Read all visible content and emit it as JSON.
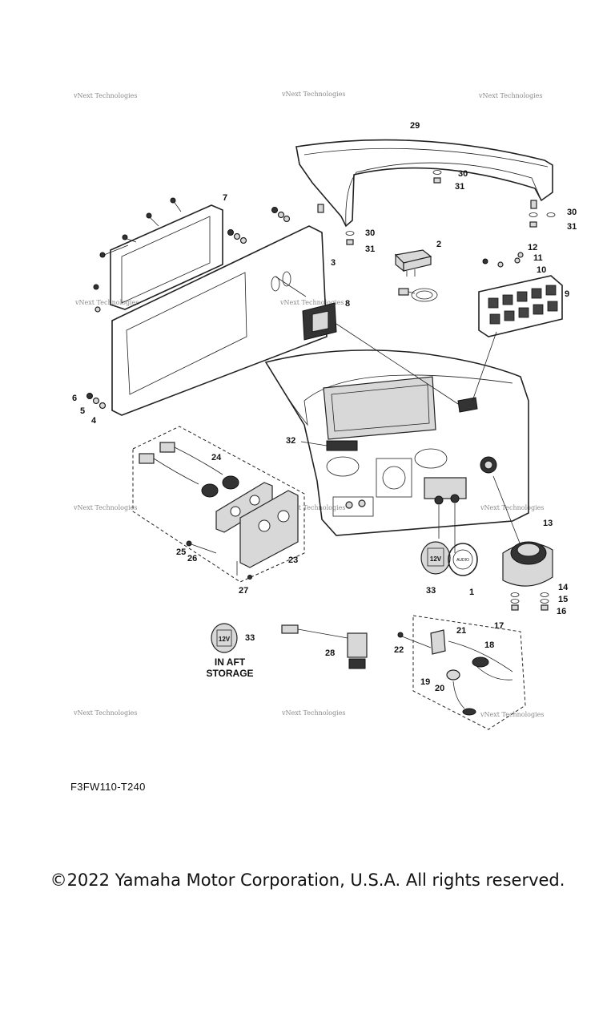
{
  "diagram": {
    "code": "F3FW110-T240",
    "copyright": "©2022 Yamaha Motor Corporation, U.S.A. All rights reserved.",
    "watermark": "vNext Technologies",
    "note": {
      "line1": "IN AFT",
      "line2": "STORAGE"
    },
    "outlet_label": "12V",
    "audio_label": "AUDIO",
    "callouts": {
      "c1": "1",
      "c2": "2",
      "c3": "3",
      "c4": "4",
      "c5": "5",
      "c6": "6",
      "c7": "7",
      "c8": "8",
      "c9": "9",
      "c10": "10",
      "c11": "11",
      "c12": "12",
      "c13": "13",
      "c14": "14",
      "c15": "15",
      "c16": "16",
      "c17": "17",
      "c18": "18",
      "c19": "19",
      "c20": "20",
      "c21": "21",
      "c22": "22",
      "c23": "23",
      "c24": "24",
      "c25": "25",
      "c26": "26",
      "c27": "27",
      "c28": "28",
      "c29": "29",
      "c30a": "30",
      "c30b": "30",
      "c30c": "30",
      "c31a": "31",
      "c31b": "31",
      "c31c": "31",
      "c32": "32",
      "c33a": "33",
      "c33b": "33"
    }
  }
}
